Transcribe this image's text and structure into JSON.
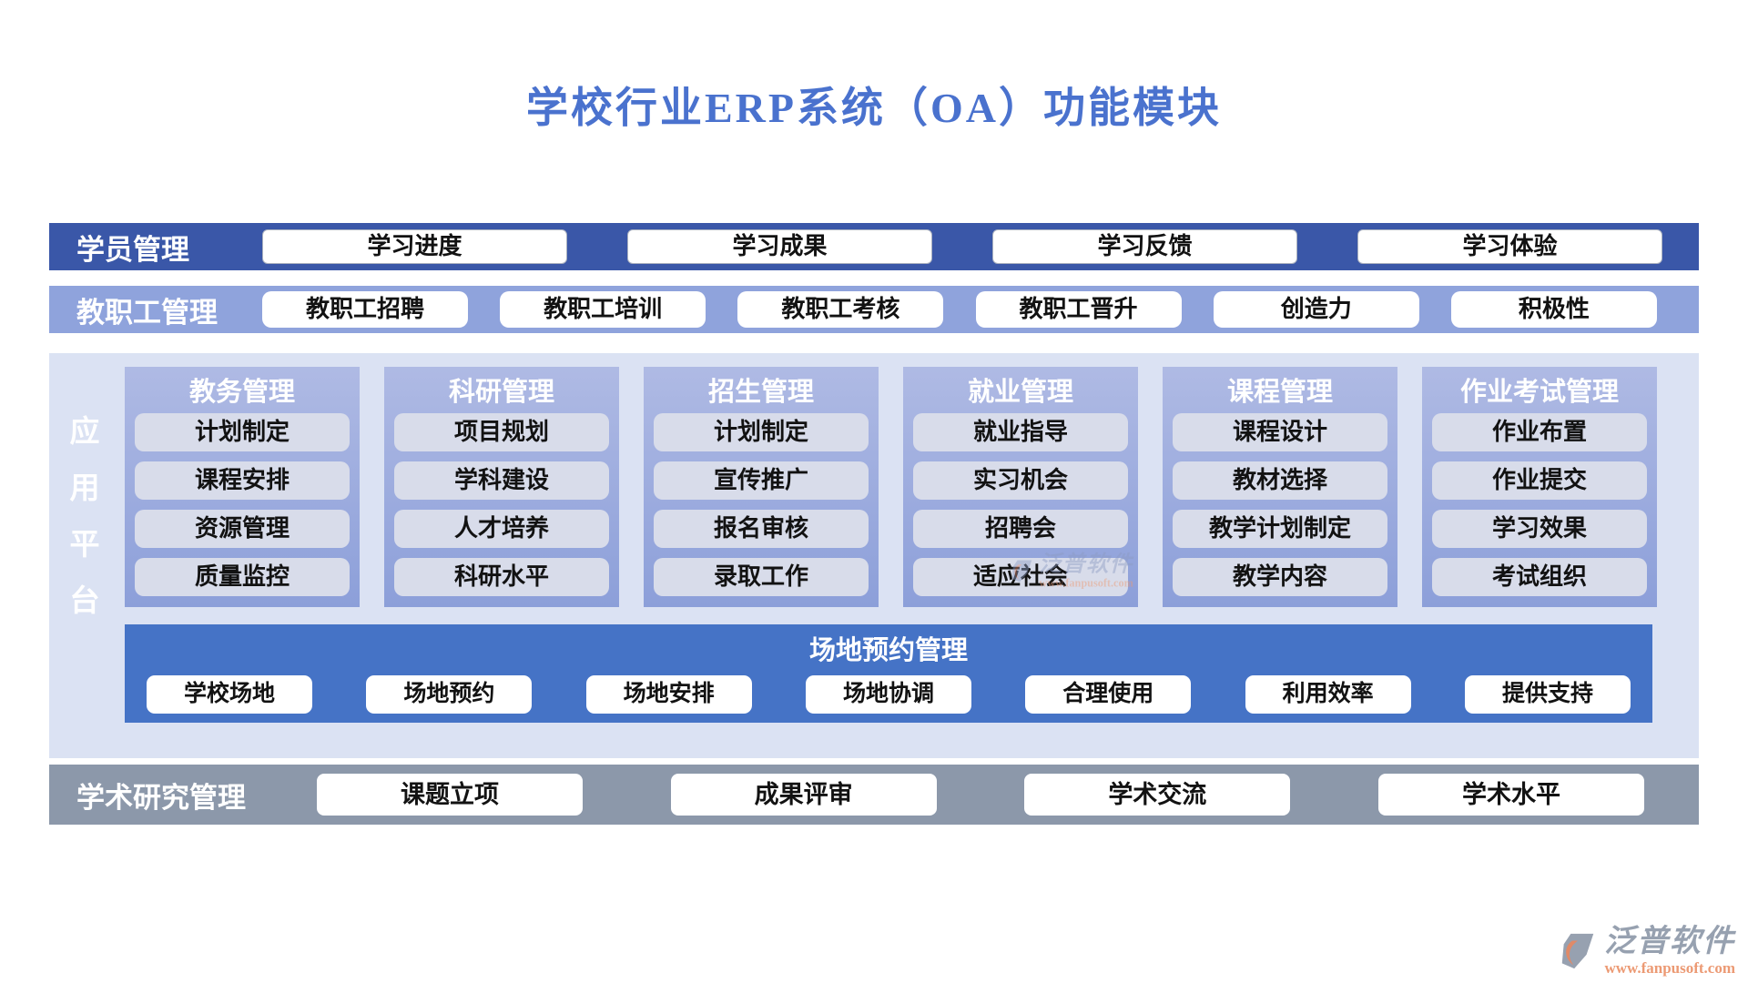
{
  "title": "学校行业ERP系统（OA）功能模块",
  "colors": {
    "title_blue": "#4A72CE",
    "student_band_bg": "#3A57A8",
    "staff_band_bg": "#8FA3DC",
    "platform_bg": "#DBE2F3",
    "column_gradient_top": "#AFBAE4",
    "column_gradient_bottom": "#8C9FD9",
    "column_button_bg": "#D8DCEA",
    "venue_band_bg": "#4573C6",
    "academic_band_bg": "#8C98AA",
    "watermark_gray": "#97A1B0",
    "watermark_orange": "#EC9A74"
  },
  "bands": [
    {
      "label": "学员管理",
      "items": [
        "学习进度",
        "学习成果",
        "学习反馈",
        "学习体验"
      ]
    },
    {
      "label": "教职工管理",
      "items": [
        "教职工招聘",
        "教职工培训",
        "教职工考核",
        "教职工晋升",
        "创造力",
        "积极性"
      ]
    }
  ],
  "platform": {
    "label": "应用平台",
    "columns": [
      {
        "header": "教务管理",
        "items": [
          "计划制定",
          "课程安排",
          "资源管理",
          "质量监控"
        ]
      },
      {
        "header": "科研管理",
        "items": [
          "项目规划",
          "学科建设",
          "人才培养",
          "科研水平"
        ]
      },
      {
        "header": "招生管理",
        "items": [
          "计划制定",
          "宣传推广",
          "报名审核",
          "录取工作"
        ]
      },
      {
        "header": "就业管理",
        "items": [
          "就业指导",
          "实习机会",
          "招聘会",
          "适应社会"
        ]
      },
      {
        "header": "课程管理",
        "items": [
          "课程设计",
          "教材选择",
          "教学计划制定",
          "教学内容"
        ]
      },
      {
        "header": "作业考试管理",
        "items": [
          "作业布置",
          "作业提交",
          "学习效果",
          "考试组织"
        ]
      }
    ],
    "venue": {
      "header": "场地预约管理",
      "items": [
        "学校场地",
        "场地预约",
        "场地安排",
        "场地协调",
        "合理使用",
        "利用效率",
        "提供支持"
      ]
    }
  },
  "academic": {
    "label": "学术研究管理",
    "items": [
      "课题立项",
      "成果评审",
      "学术交流",
      "学术水平"
    ]
  },
  "watermark": {
    "name": "泛普软件",
    "url": "www.fanpusoft.com"
  }
}
